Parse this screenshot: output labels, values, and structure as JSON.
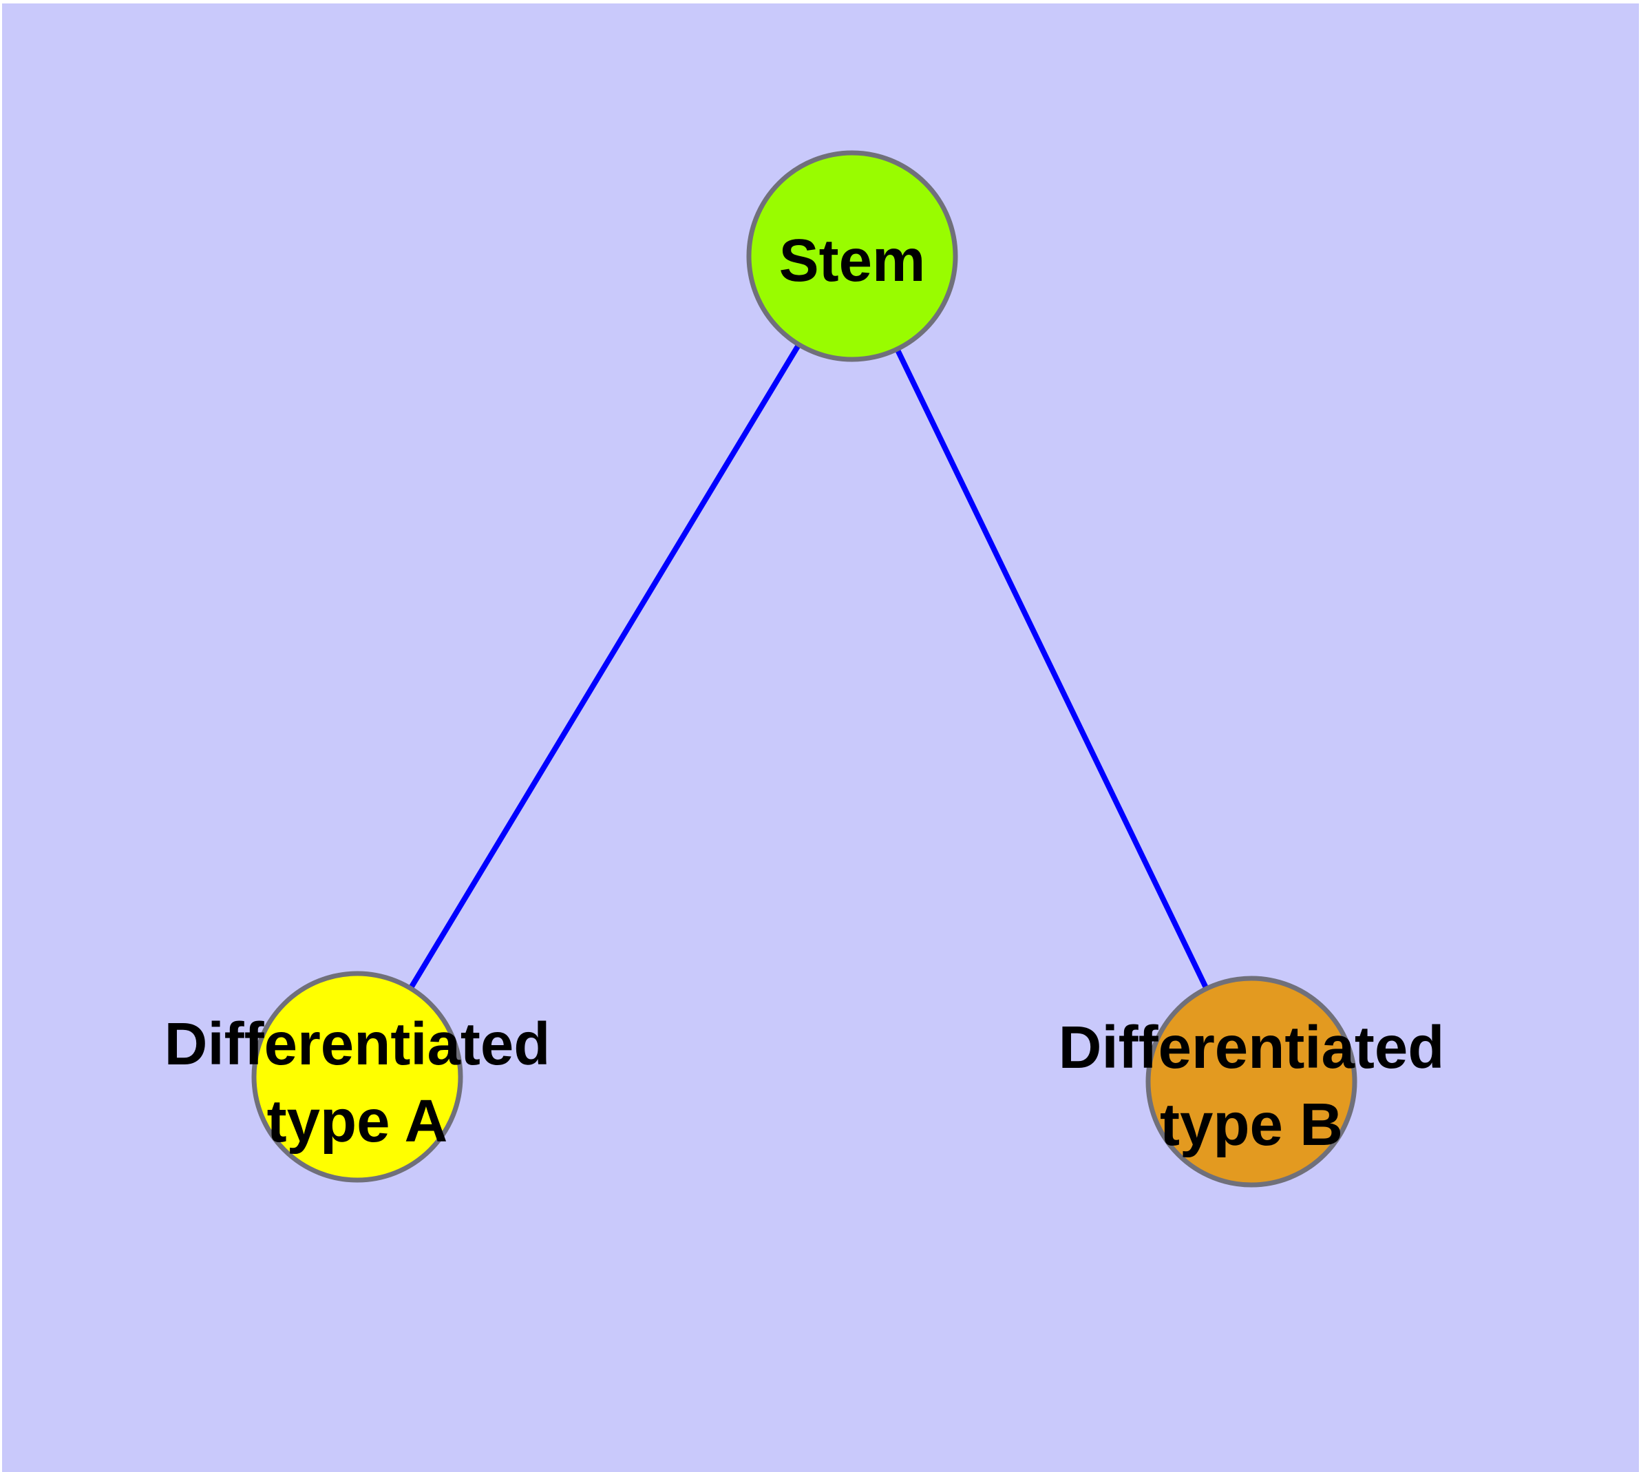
{
  "diagram": {
    "type": "graph",
    "description_title": "",
    "background_color": "#C9C9FB",
    "frame_color": "#FFFFFF",
    "edge_color": "#0000FF",
    "node_border_color": "#70707A",
    "label_color": "#000000",
    "nodes": [
      {
        "id": "stem",
        "label": "Stem",
        "line1": "Stem",
        "line2": "",
        "fill": "#99FC00"
      },
      {
        "id": "type-a",
        "label": "Differentiated type A",
        "line1": "Differentiated",
        "line2": "type A",
        "fill": "#FFFF00"
      },
      {
        "id": "type-b",
        "label": "Differentiated type B",
        "line1": "Differentiated",
        "line2": "type B",
        "fill": "#E39A20"
      }
    ],
    "edges": [
      {
        "from": "Stem",
        "to": "Differentiated type A"
      },
      {
        "from": "Stem",
        "to": "Differentiated type B"
      }
    ]
  }
}
